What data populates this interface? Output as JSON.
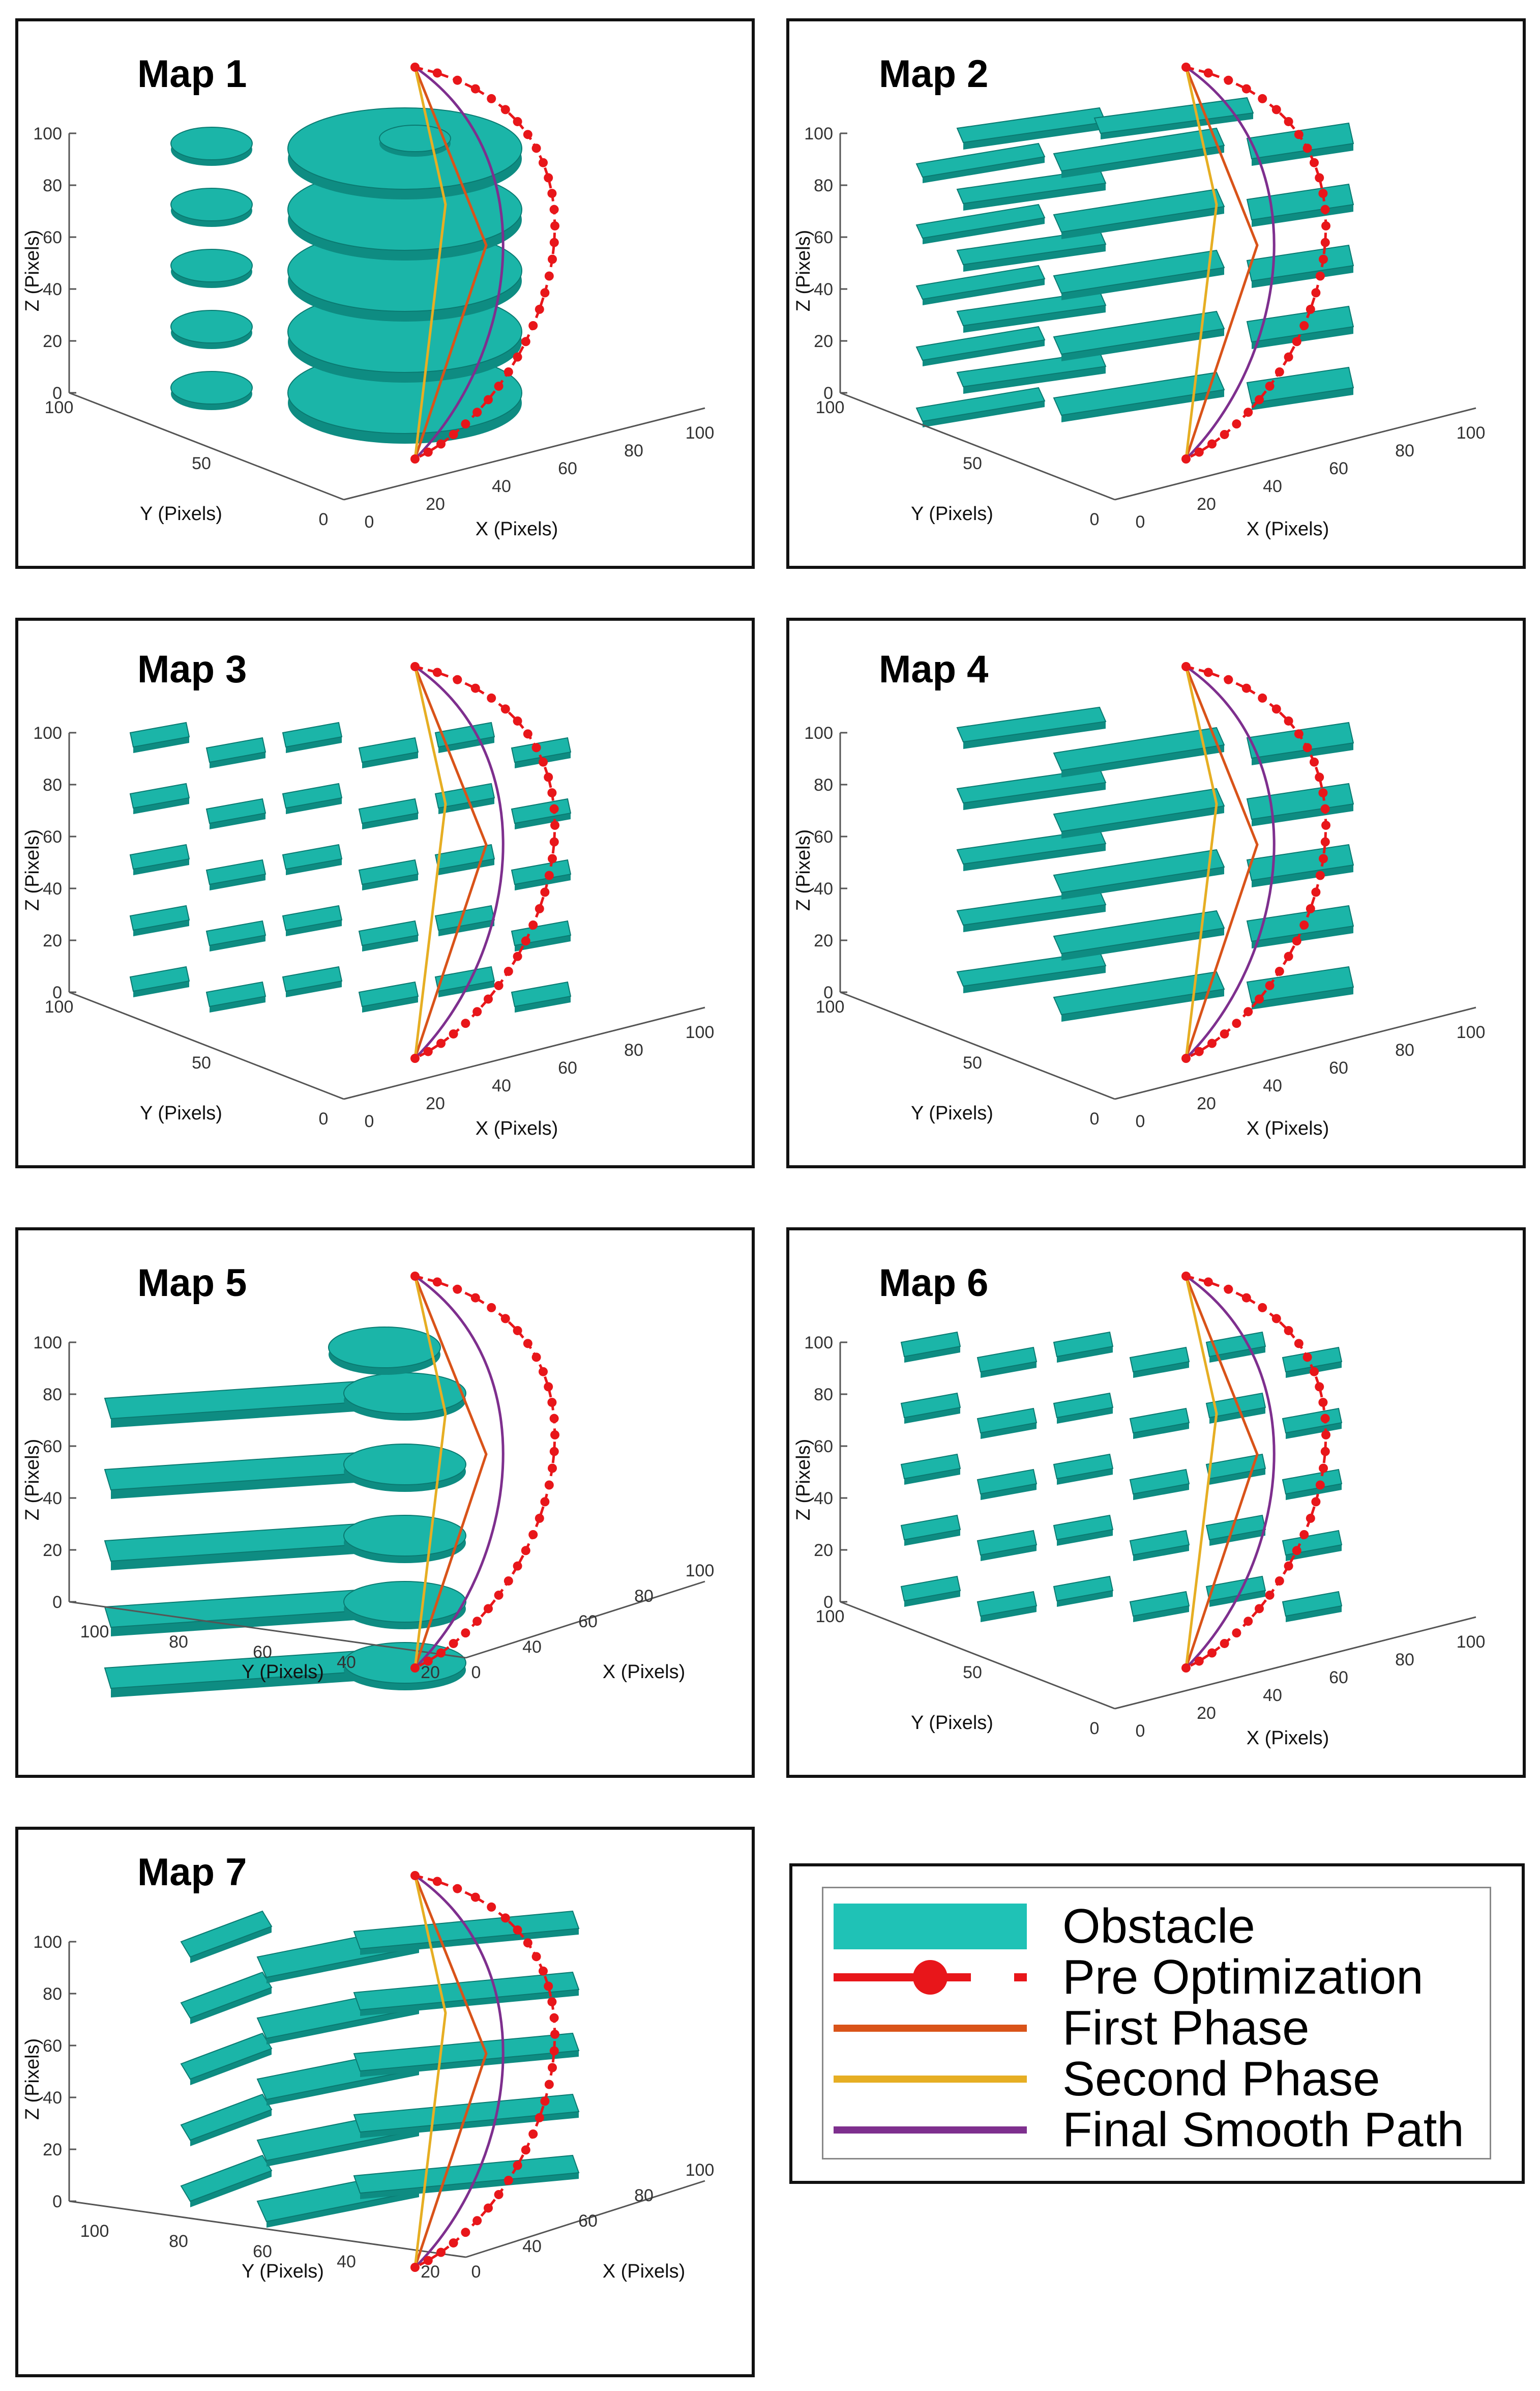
{
  "colors": {
    "obstacle_top": "#1bb5a8",
    "obstacle_side": "#0e8c82",
    "pre_optimization": "#e8161a",
    "first_phase": "#d95319",
    "second_phase": "#e6ae23",
    "final_smooth": "#7e2f8e",
    "axis": "#555555"
  },
  "axes": {
    "x_label": "X (Pixels)",
    "y_label": "Y (Pixels)",
    "z_label": "Z (Pixels)",
    "z_ticks": [
      "0",
      "20",
      "40",
      "60",
      "80",
      "100"
    ],
    "x_ticks": [
      "0",
      "20",
      "40",
      "60",
      "80",
      "100"
    ],
    "y_ticks_a": [
      "0",
      "50",
      "100"
    ],
    "y_ticks_b": [
      "20",
      "40",
      "60",
      "80",
      "100"
    ]
  },
  "chart_data": [
    {
      "type": "line",
      "title": "Map 1",
      "obstacle_shape": "disc",
      "xlim": [
        0,
        100
      ],
      "zlim": [
        0,
        100
      ]
    },
    {
      "type": "line",
      "title": "Map 2",
      "obstacle_shape": "plate",
      "xlim": [
        0,
        100
      ],
      "zlim": [
        0,
        100
      ]
    },
    {
      "type": "line",
      "title": "Map 3",
      "obstacle_shape": "maze",
      "xlim": [
        0,
        100
      ],
      "zlim": [
        0,
        100
      ]
    },
    {
      "type": "line",
      "title": "Map 4",
      "obstacle_shape": "plate",
      "xlim": [
        0,
        100
      ],
      "zlim": [
        0,
        100
      ]
    },
    {
      "type": "line",
      "title": "Map 5",
      "obstacle_shape": "comb",
      "xlim": [
        0,
        100
      ],
      "zlim": [
        0,
        100
      ]
    },
    {
      "type": "line",
      "title": "Map 6",
      "obstacle_shape": "maze",
      "xlim": [
        0,
        100
      ],
      "zlim": [
        0,
        100
      ]
    },
    {
      "type": "line",
      "title": "Map 7",
      "obstacle_shape": "bracket",
      "xlim": [
        0,
        100
      ],
      "zlim": [
        0,
        100
      ]
    }
  ],
  "legend": {
    "items": [
      {
        "label": "Obstacle",
        "style": "patch",
        "color": "#1fc2b6"
      },
      {
        "label": "Pre Optimization",
        "style": "dash-dot-marker",
        "color": "#e8161a"
      },
      {
        "label": "First Phase",
        "style": "line",
        "color": "#d95319"
      },
      {
        "label": "Second Phase",
        "style": "line",
        "color": "#e6ae23"
      },
      {
        "label": "Final Smooth Path",
        "style": "line",
        "color": "#7e2f8e"
      }
    ]
  }
}
